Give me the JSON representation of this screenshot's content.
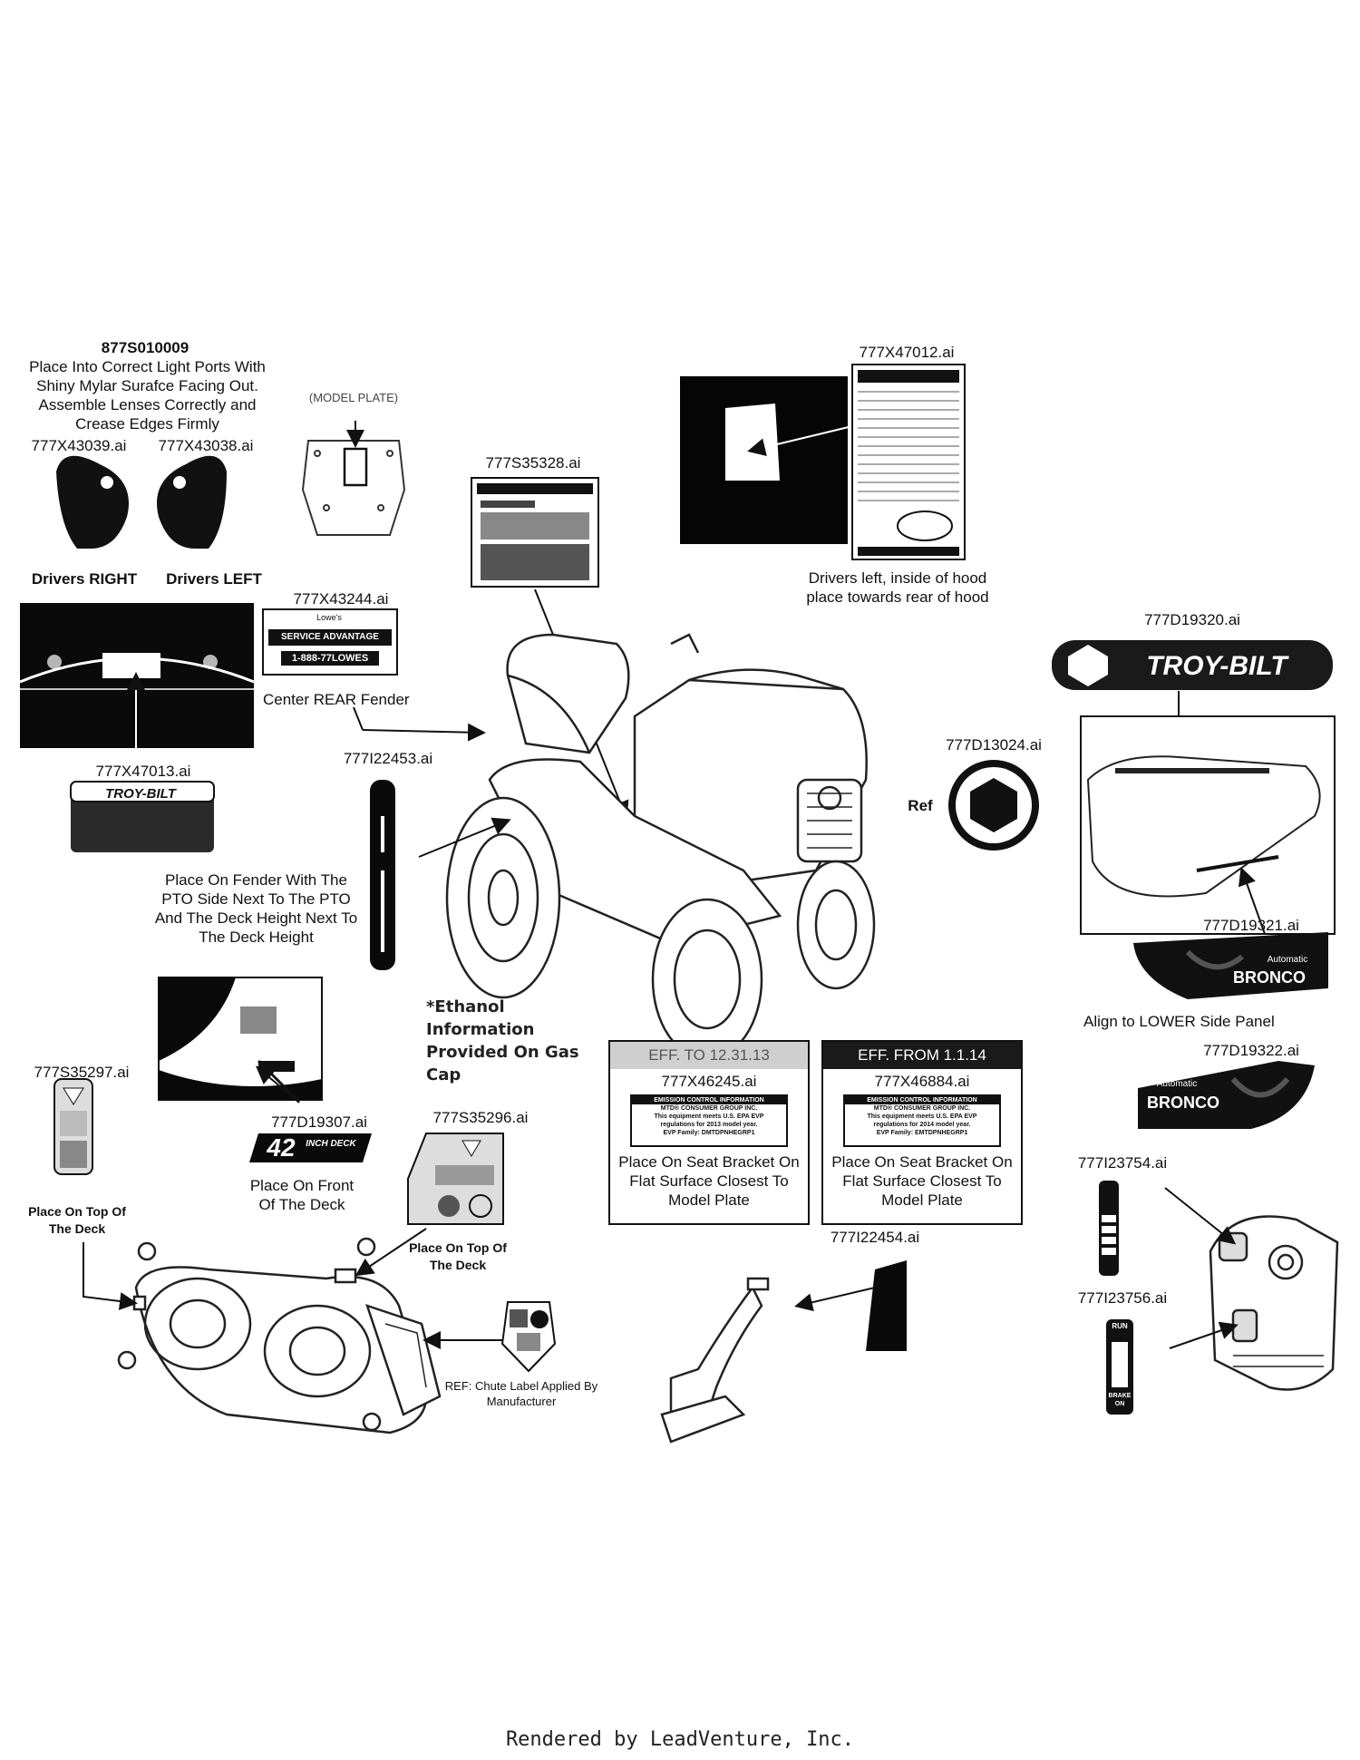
{
  "labels": {
    "p877": "877S010009",
    "p877_note": "Place Into Correct Light Ports With Shiny Mylar Surafce Facing Out. Assemble Lenses Correctly and Crease Edges Firmly",
    "x43039": "777X43039.ai",
    "x43038": "777X43038.ai",
    "drivers_right": "Drivers RIGHT",
    "drivers_left": "Drivers LEFT",
    "model_plate": "(MODEL PLATE)",
    "s35328": "777S35328.ai",
    "x47012": "777X47012.ai",
    "hood_note": "Drivers left, inside of hood place towards rear of hood",
    "x43244": "777X43244.ai",
    "center_rear": "Center REAR Fender",
    "i22453": "777I22453.ai",
    "x47013": "777X47013.ai",
    "fender_note": "Place On Fender With The PTO Side Next To The PTO And The Deck Height Next To The Deck Height",
    "d19320": "777D19320.ai",
    "d13024": "777D13024.ai",
    "ref": "Ref",
    "d19321": "777D19321.ai",
    "align_lower": "Align to LOWER Side Panel",
    "d19322": "777D19322.ai",
    "ethanol": "*Ethanol Information Provided On Gas Cap",
    "s35297": "777S35297.ai",
    "d19307": "777D19307.ai",
    "front_deck": "Place On Front Of The Deck",
    "s35296": "777S35296.ai",
    "top_deck_left": "Place On Top Of The Deck",
    "top_deck_right": "Place On Top Of The Deck",
    "chute_ref": "REF: Chute Label Applied By Manufacturer",
    "i22454": "777I22454.ai",
    "i23754": "777I23754.ai",
    "i23756": "777I23756.ai"
  },
  "emission_boxes": [
    {
      "header": "EFF. TO 12.31.13",
      "part": "777X46245.ai",
      "label_lines": [
        "EMISSION CONTROL INFORMATION",
        "MTD® CONSUMER GROUP INC.",
        "This equipment meets U.S. EPA EVP",
        "regulations for 2013 model year.",
        "EVP Family: DMTDPNHEGRP1"
      ],
      "text": "Place On Seat Bracket On Flat Surface Closest To Model Plate"
    },
    {
      "header": "EFF. FROM 1.1.14",
      "part": "777X46884.ai",
      "label_lines": [
        "EMISSION CONTROL INFORMATION",
        "MTD® CONSUMER GROUP INC.",
        "This equipment meets U.S. EPA EVP",
        "regulations for 2014 model year.",
        "EVP Family: EMTDPNHEGRP1"
      ],
      "text": "Place On Seat Bracket On Flat Surface Closest To Model Plate"
    }
  ],
  "decal_text": {
    "troybilt": "TROY-BILT",
    "bronco_auto": "Automatic",
    "bronco": "BRONCO",
    "lowes": "Lowe's",
    "service": "SERVICE ADVANTAGE",
    "phone": "1-888-77LOWES",
    "deck42": "42",
    "inch_deck": "INCH DECK",
    "run": "RUN",
    "brake_on": "BRAKE ON"
  },
  "footer": "Rendered by LeadVenture, Inc."
}
